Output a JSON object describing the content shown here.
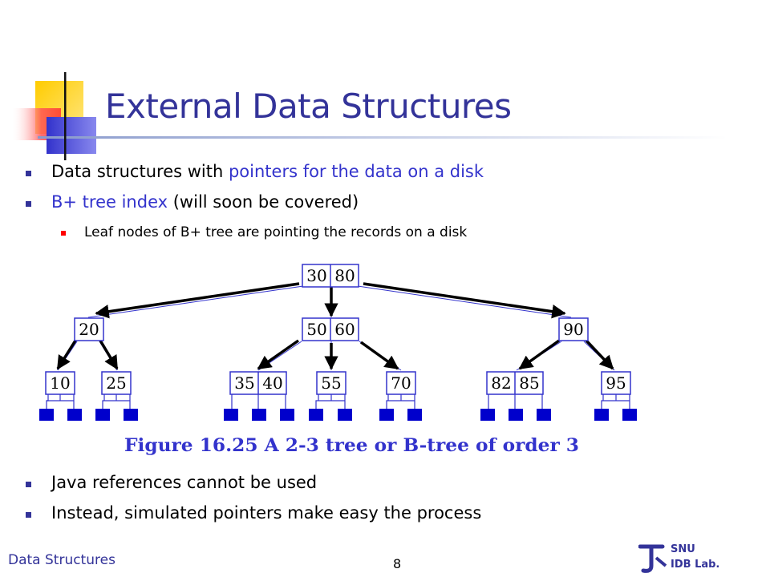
{
  "slide": {
    "title": "External Data Structures",
    "bullets": [
      {
        "text": "Data structures with ",
        "highlight": "pointers for the data on a disk"
      },
      {
        "highlight": "B+ tree index",
        "text": " (will soon be covered)"
      }
    ],
    "sub_bullet": "Leaf nodes of B+ tree are pointing the records on a disk",
    "bullets_after": [
      "Java references cannot be used",
      "Instead, simulated pointers make easy the process"
    ]
  },
  "figure": {
    "caption": "Figure 16.25 A 2-3 tree or B-tree of order 3",
    "root": [
      "30",
      "80"
    ],
    "internal": [
      [
        "20"
      ],
      [
        "50",
        "60"
      ],
      [
        "90"
      ]
    ],
    "leaves": [
      [
        "10"
      ],
      [
        "25"
      ],
      [
        "35",
        "40"
      ],
      [
        "55"
      ],
      [
        "70"
      ],
      [
        "82",
        "85"
      ],
      [
        "95"
      ]
    ],
    "colors": {
      "node_border": "#3333cc",
      "record": "#0000cc",
      "arrow": "#000000"
    }
  },
  "footer": {
    "course": "Data Structures",
    "page": "8",
    "lab_line1": "SNU",
    "lab_line2": "IDB Lab."
  }
}
